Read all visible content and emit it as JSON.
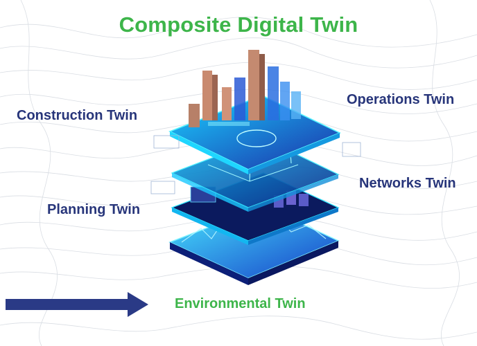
{
  "diagram": {
    "title": "Composite Digital Twin",
    "layers": {
      "construction": "Construction Twin",
      "operations": "Operations Twin",
      "networks": "Networks Twin",
      "planning": "Planning Twin",
      "environmental": "Environmental Twin"
    },
    "colors": {
      "title_green": "#3db54a",
      "label_navy": "#27357a",
      "arrow_navy": "#2a3a86",
      "layer_cyan": "#2ee6ff",
      "layer_blue": "#1c4fd6"
    },
    "icons": [
      "arrow-right-icon"
    ]
  }
}
